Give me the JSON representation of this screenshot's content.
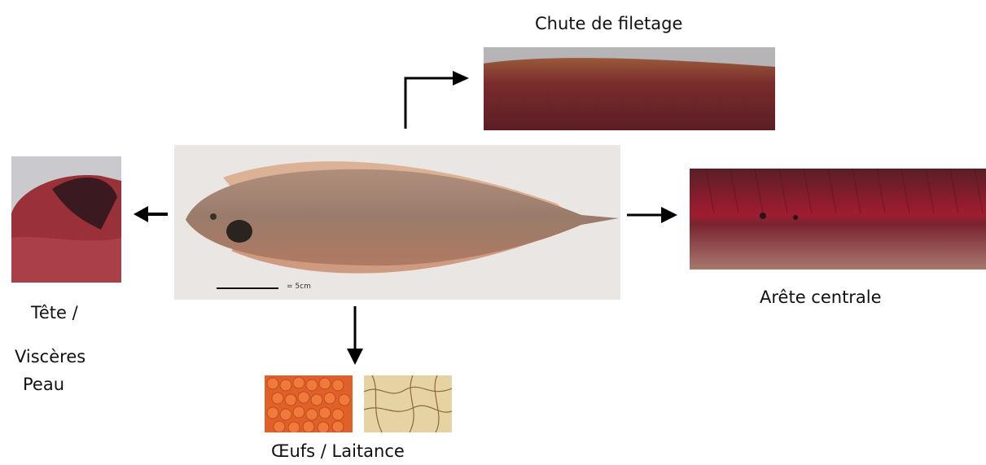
{
  "labels": {
    "trimmings": "Chute de filetage",
    "backbone": "Arête centrale",
    "head": "Tête /",
    "viscera": "Viscères",
    "skin": "Peau",
    "roe_milt": "Œufs / Laitance"
  },
  "scale_bar": "= 5cm",
  "colors": {
    "flesh": "#7a2a2c",
    "fish_body": "#9c7f70",
    "roe": "#e0602a",
    "milt": "#d9c08a",
    "arrow": "#000000"
  }
}
